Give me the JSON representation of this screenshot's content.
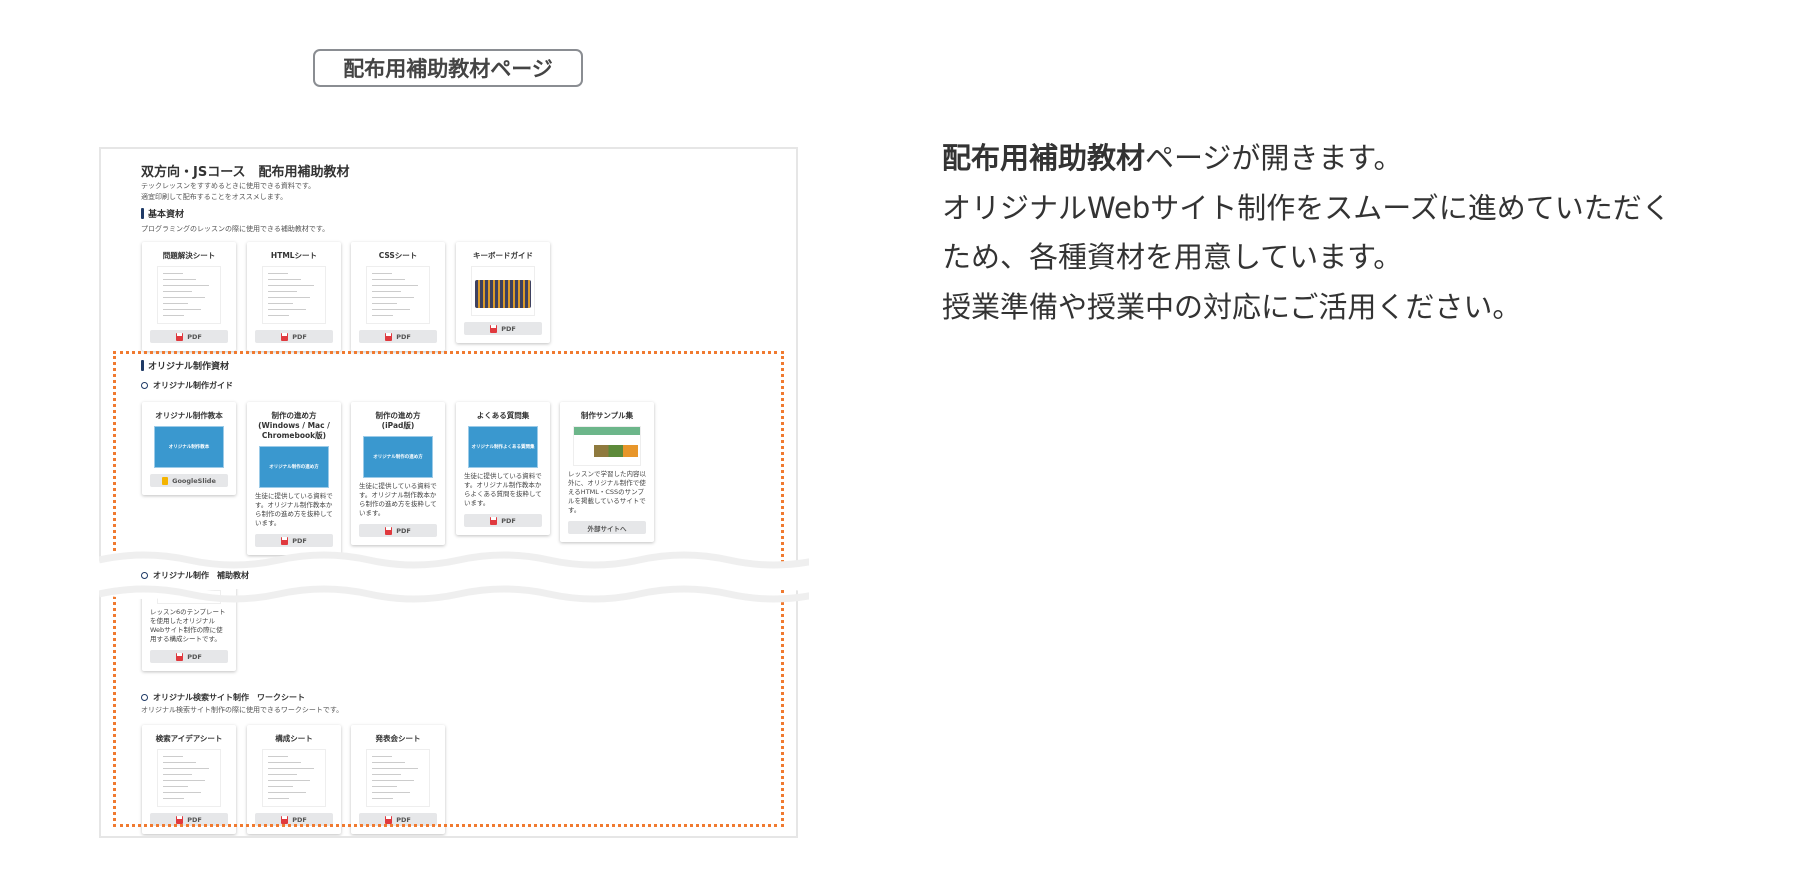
{
  "badge": "配布用補助教材ページ",
  "description": {
    "line1_bold": "配布用補助教材",
    "line1_rest": "ページが開きます。",
    "line2": "オリジナルWebサイト制作をスムーズに進めていただく",
    "line3": "ため、各種資材を用意しています。",
    "line4": "授業準備や授業中の対応にご活用ください。"
  },
  "page": {
    "title": "双方向・JSコース　配布用補助教材",
    "intro1": "テックレッスンをすすめるときに使用できる資料です。",
    "intro2": "適宜印刷して配布することをオススメします。",
    "basic": {
      "heading": "基本資材",
      "desc": "プログラミングのレッスンの際に使用できる補助教材です。",
      "cards": [
        {
          "title": "問題解決シート",
          "button": "PDF",
          "icon": "pdf-icon",
          "thumb": "doc"
        },
        {
          "title": "HTMLシート",
          "button": "PDF",
          "icon": "pdf-icon",
          "thumb": "doc"
        },
        {
          "title": "CSSシート",
          "button": "PDF",
          "icon": "pdf-icon",
          "thumb": "doc"
        },
        {
          "title": "キーボードガイド",
          "button": "PDF",
          "icon": "pdf-icon",
          "thumb": "key"
        }
      ]
    },
    "original": {
      "heading": "オリジナル制作資材",
      "guide": {
        "heading": "オリジナル制作ガイド",
        "cards": [
          {
            "title": "オリジナル制作教本",
            "button": "GoogleSlide",
            "icon": "google-slides-icon",
            "thumb": "slide",
            "thumb_text": "オリジナル制作教本"
          },
          {
            "title": "制作の進め方\n(Windows / Mac /\nChromebook版)",
            "button": "PDF",
            "icon": "pdf-icon",
            "thumb": "slide",
            "thumb_text": "オリジナル制作の進め方",
            "desc": "生徒に提供している資料です。オリジナル制作教本から制作の進め方を抜粋しています。"
          },
          {
            "title": "制作の進め方\n(iPad版)",
            "button": "PDF",
            "icon": "pdf-icon",
            "thumb": "slide",
            "thumb_text": "オリジナル制作の進め方",
            "desc": "生徒に提供している資料です。オリジナル制作教本から制作の進め方を抜粋しています。"
          },
          {
            "title": "よくある質問集",
            "button": "PDF",
            "icon": "pdf-icon",
            "thumb": "slide",
            "thumb_text": "オリジナル制作よくある質問集",
            "desc": "生徒に提供している資料です。オリジナル制作教本からよくある質問を抜粋しています。"
          },
          {
            "title": "制作サンプル集",
            "button": "外部サイトへ",
            "icon": "",
            "thumb": "site",
            "desc": "レッスンで学習した内容以外に、オリジナル制作で使えるHTML・CSSのサンプルを掲載しているサイトです。"
          }
        ]
      },
      "support": {
        "heading": "オリジナル制作　補助教材",
        "cards": [
          {
            "title": "",
            "button": "PDF",
            "icon": "pdf-icon",
            "thumb": "none",
            "desc": "レッスン6のテンプレートを使用したオリジナルWebサイト制作の際に使用する構成シートです。"
          }
        ]
      },
      "worksheet": {
        "heading": "オリジナル検索サイト制作　ワークシート",
        "desc": "オリジナル検索サイト制作の際に使用できるワークシートです。",
        "cards": [
          {
            "title": "検索アイデアシート",
            "button": "PDF",
            "icon": "pdf-icon",
            "thumb": "doc"
          },
          {
            "title": "構成シート",
            "button": "PDF",
            "icon": "pdf-icon",
            "thumb": "doc"
          },
          {
            "title": "発表会シート",
            "button": "PDF",
            "icon": "pdf-icon",
            "thumb": "doc"
          }
        ]
      }
    }
  },
  "colors": {
    "highlight_border": "#f07a30",
    "heading_bar": "#1f3a66",
    "slide_blue": "#3a98cf"
  }
}
